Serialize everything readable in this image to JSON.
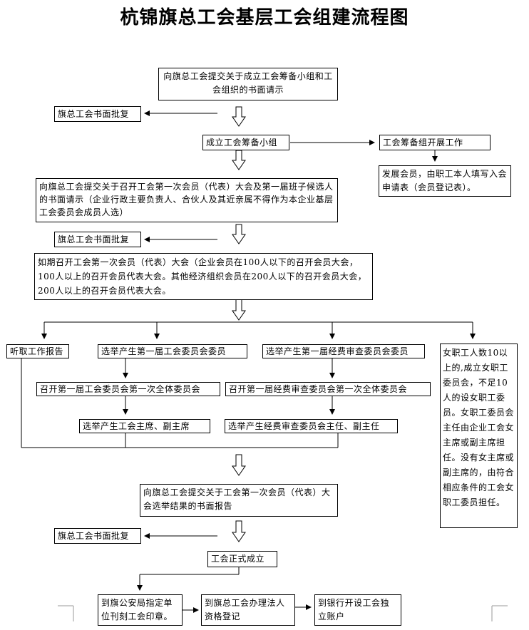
{
  "title": "杭锦旗总工会基层工会组建流程图",
  "boxes": {
    "submit_prep": "向旗总工会提交关于成立工会筹备小组和工会组织的书面请示",
    "approve_1": "旗总工会书面批复",
    "prep_group": "成立工会筹备小组",
    "prep_work": "工会筹备组开展工作",
    "recruit": "发展会员，由职工本人填写入会申请表（会员登记表）。",
    "submit_meeting": "向旗总工会提交关于召开工会第一次会员（代表）大会及第一届班子候选人的书面请示（企业行政主要负责人、合伙人及其近亲属不得作为本企业基层工会委员会成员人选）",
    "approve_2": "旗总工会书面批复",
    "hold_meeting": "如期召开工会第一次会员（代表）大会（企业会员在100人以下的召开会员大会，100人以上的召开会员代表大会。其他经济组织会员在200人以下的召开会员大会，200人以上的召开会员代表大会。",
    "work_report": "听取工作报告",
    "elect_committee": "选举产生第一届工会委员会委员",
    "elect_audit": "选举产生第一届经费审查委员会委员",
    "women_committee": "女职工人数10以上的,成立女职工委员会，不足10人的设女职工委员。女职工委员会主任由企业工会女主席或副主席担任。没有女主席或副主席的，由符合相应条件的工会女职工委员担任。",
    "committee_first": "召开第一届工会委员会第一次全体委员会",
    "audit_first": "召开第一届经费审查委员会第一次全体委员会",
    "elect_chair": "选举产生工会主席、副主席",
    "elect_audit_chair": "选举产生经费审查委员会主任、副主任",
    "submit_result": "向旗总工会提交关于工会第一次会员（代表）大会选举结果的书面报告",
    "approve_3": "旗总工会书面批复",
    "established": "工会正式成立",
    "seal": "到旗公安局指定单位刊刻工会印章。",
    "legal": "到旗总工会办理法人资格登记",
    "bank": "到银行开设工会独立账户"
  }
}
